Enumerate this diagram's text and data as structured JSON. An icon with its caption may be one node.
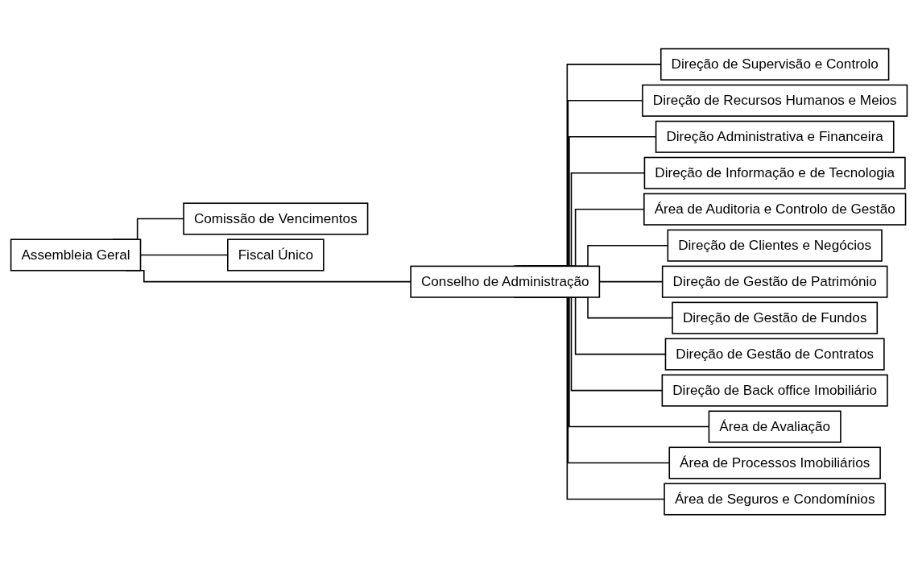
{
  "diagram": {
    "nodes": [
      {
        "text": [
          "Assembleia Geral"
        ]
      },
      {
        "text": [
          "Comissão de Vencimentos"
        ]
      },
      {
        "text": [
          "Fiscal Único"
        ]
      },
      {
        "text": [
          "Conselho de Administração"
        ]
      },
      {
        "text": [
          "Direção de Supervisão e Controlo"
        ]
      },
      {
        "text": [
          "Direção de Recursos Humanos e Meios"
        ]
      },
      {
        "text": [
          "Direção Administrativa e Financeira"
        ]
      },
      {
        "text": [
          "Direção de Informação e de Tecnologia"
        ]
      },
      {
        "text": [
          "Área de Auditoria e Controlo de Gestão"
        ]
      },
      {
        "text": [
          "Direção de Clientes e Negócios"
        ]
      },
      {
        "text": [
          "Direção de Gestão de Património"
        ]
      },
      {
        "text": [
          "Direção de Gestão de Fundos"
        ]
      },
      {
        "text": [
          "Direção de Gestão de Contratos"
        ]
      },
      {
        "text": [
          "Direção de Back office Imobiliário"
        ]
      },
      {
        "text": [
          "Área de Avaliação"
        ]
      },
      {
        "text": [
          "Área de Processos Imobiliários"
        ]
      },
      {
        "text": [
          "Área de Seguros e Condomínios"
        ]
      }
    ],
    "edges": [
      {
        "from": 0,
        "to": 1,
        "arrow": "none"
      },
      {
        "from": 0,
        "to": 2,
        "arrow": "none"
      },
      {
        "from": 0,
        "to": 3,
        "arrow": "none"
      },
      {
        "from": 3,
        "to": 4,
        "arrow": "none"
      },
      {
        "from": 3,
        "to": 5,
        "arrow": "none"
      },
      {
        "from": 3,
        "to": 6,
        "arrow": "none"
      },
      {
        "from": 3,
        "to": 7,
        "arrow": "none"
      },
      {
        "from": 3,
        "to": 8,
        "arrow": "none"
      },
      {
        "from": 3,
        "to": 9,
        "arrow": "none"
      },
      {
        "from": 3,
        "to": 10,
        "arrow": "none"
      },
      {
        "from": 3,
        "to": 11,
        "arrow": "none"
      },
      {
        "from": 3,
        "to": 12,
        "arrow": "none"
      },
      {
        "from": 3,
        "to": 13,
        "arrow": "none"
      },
      {
        "from": 3,
        "to": 14,
        "arrow": "none"
      },
      {
        "from": 3,
        "to": 15,
        "arrow": "none"
      },
      {
        "from": 3,
        "to": 16,
        "arrow": "none"
      }
    ]
  }
}
